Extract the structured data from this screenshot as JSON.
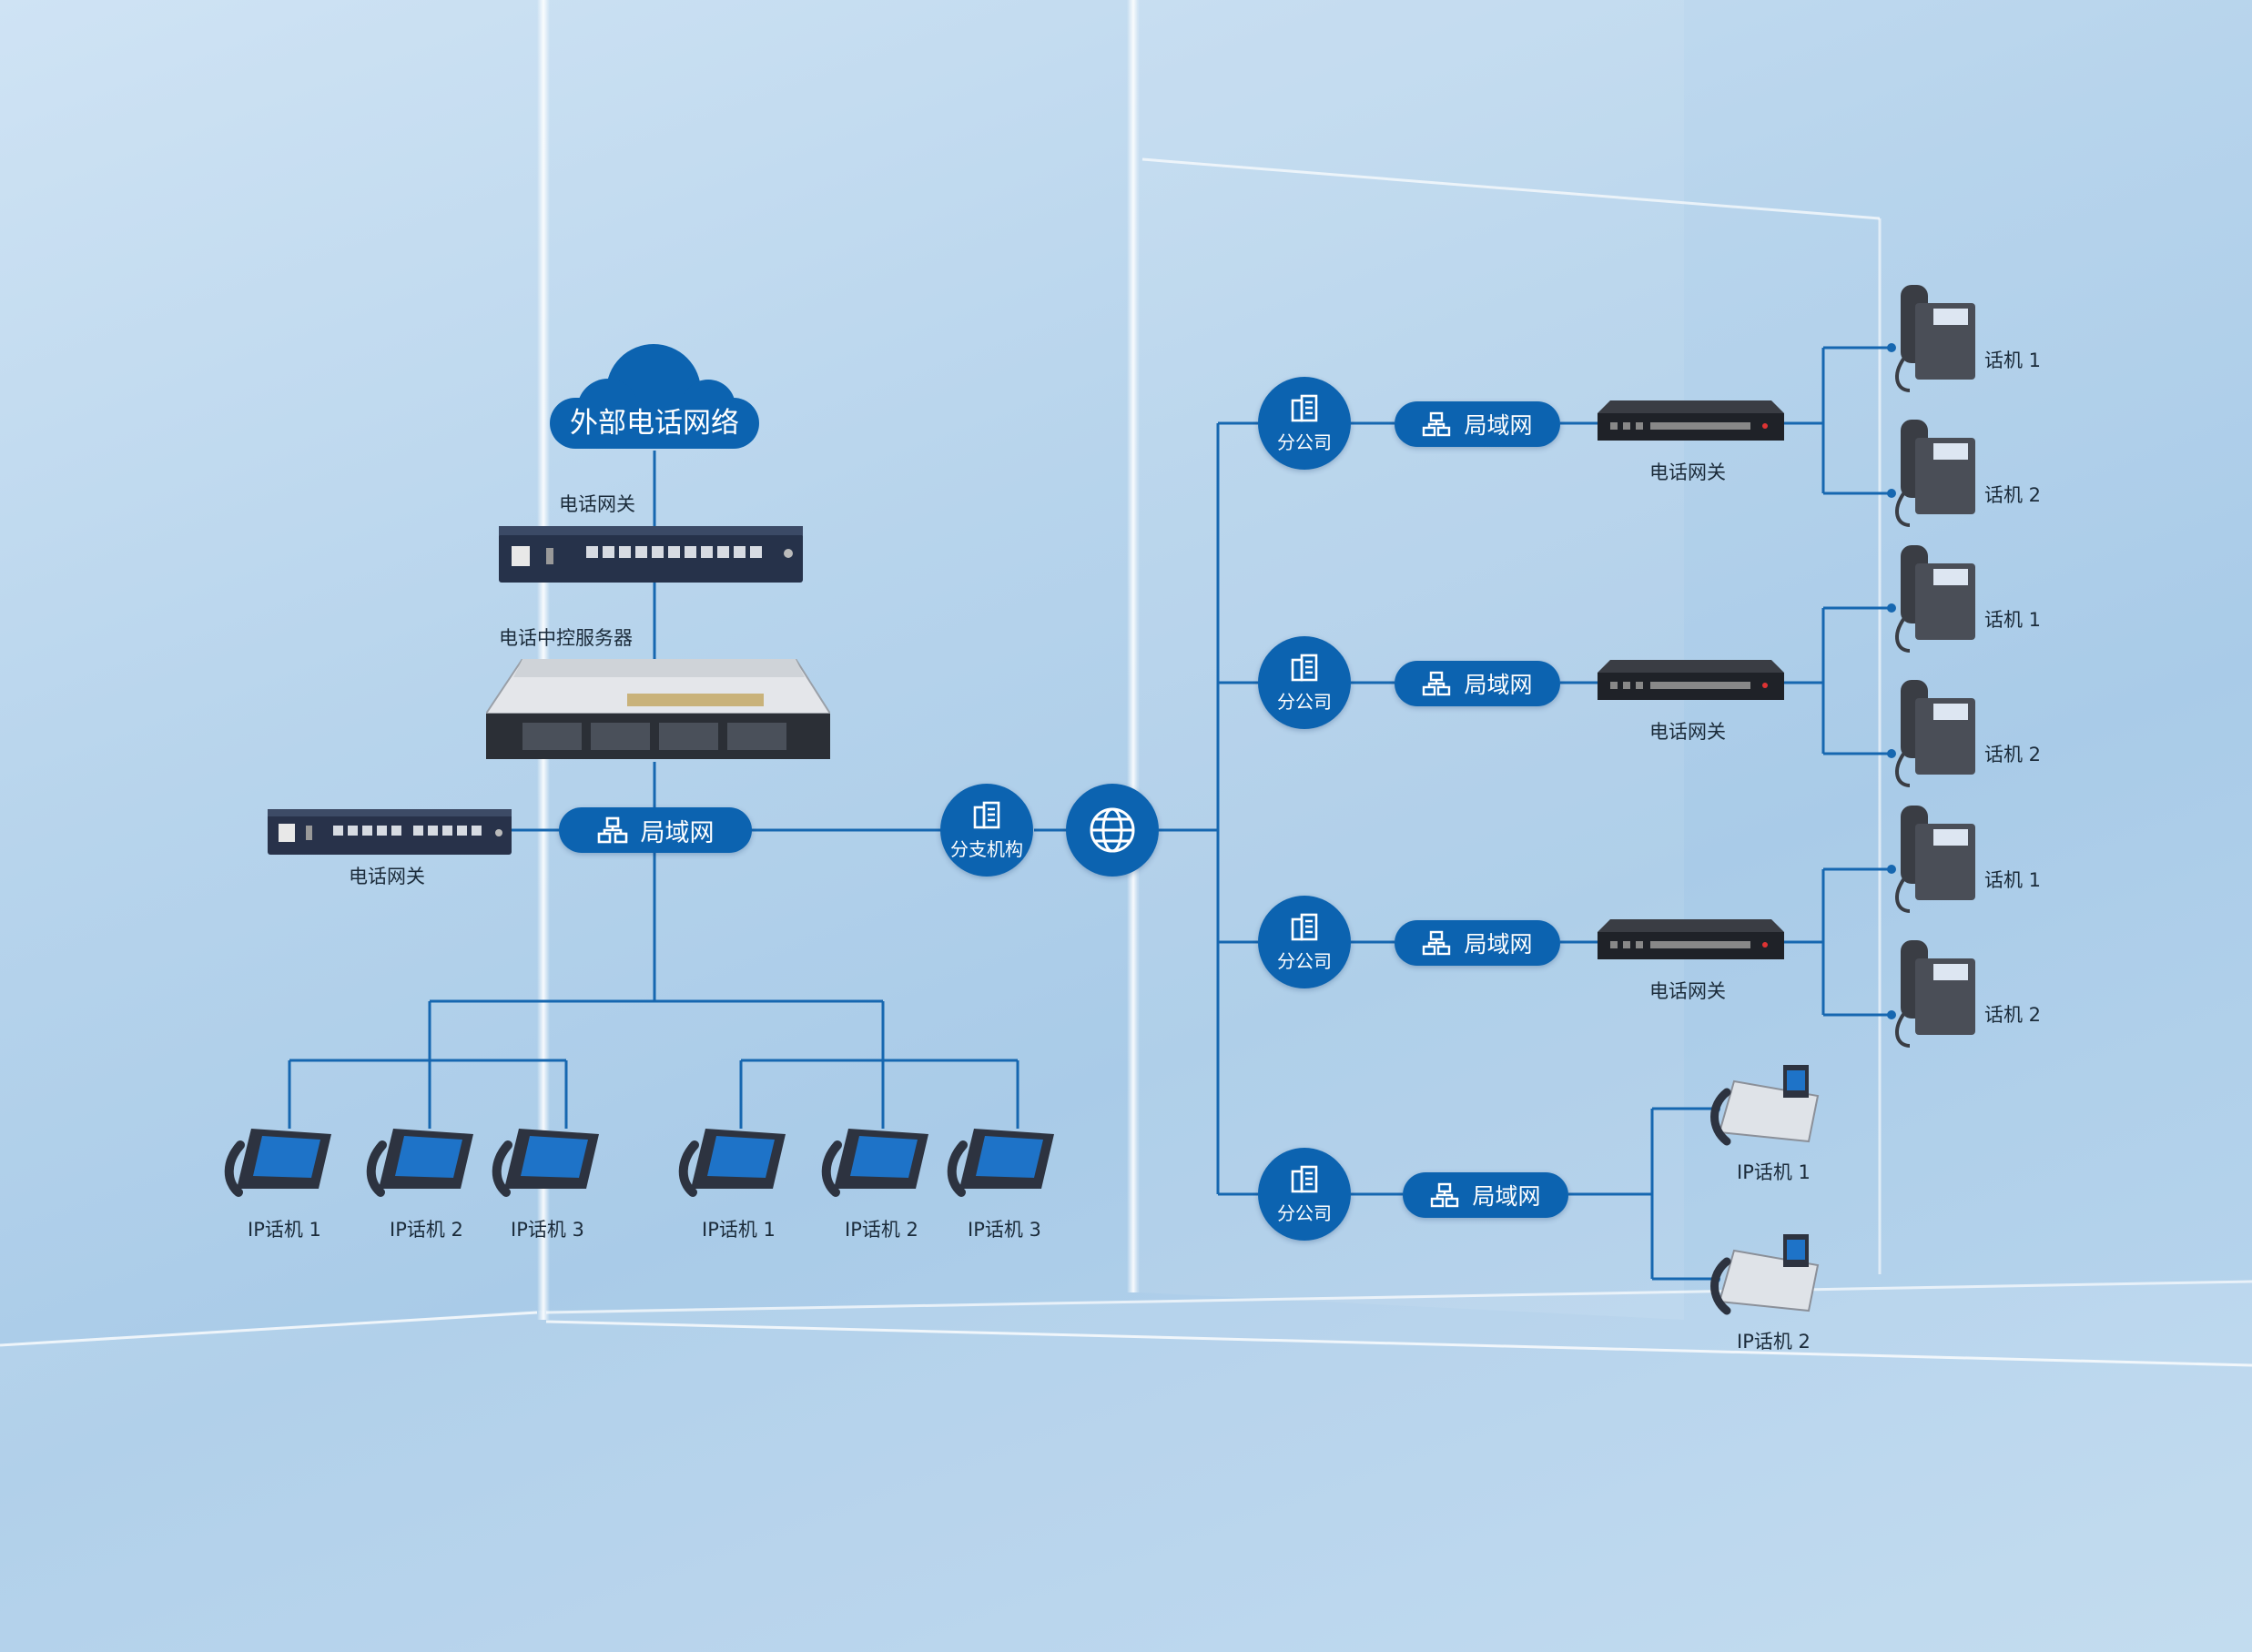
{
  "cloud": {
    "label": "外部电话网络"
  },
  "hq": {
    "gateway_top_label": "电话网关",
    "server_label": "电话中控服务器",
    "gateway_left_label": "电话网关",
    "lan_label": "局域网",
    "phones_group_a": [
      "IP话机 1",
      "IP话机 2",
      "IP话机 3"
    ],
    "phones_group_b": [
      "IP话机 1",
      "IP话机 2",
      "IP话机 3"
    ]
  },
  "branch_node": {
    "label": "分支机构"
  },
  "internet": {
    "icon": "globe-icon"
  },
  "branches": [
    {
      "office_label": "分公司",
      "lan_label": "局域网",
      "gateway_label": "电话网关",
      "phones": [
        "话机 1",
        "话机 2"
      ]
    },
    {
      "office_label": "分公司",
      "lan_label": "局域网",
      "gateway_label": "电话网关",
      "phones": [
        "话机 1",
        "话机 2"
      ]
    },
    {
      "office_label": "分公司",
      "lan_label": "局域网",
      "gateway_label": "电话网关",
      "phones": [
        "话机 1",
        "话机 2"
      ]
    },
    {
      "office_label": "分公司",
      "lan_label": "局域网",
      "phones": [
        "IP话机 1",
        "IP话机 2"
      ]
    }
  ],
  "colors": {
    "accent": "#0c63b0",
    "line": "#1667b0",
    "text": "#1b2b3a"
  }
}
